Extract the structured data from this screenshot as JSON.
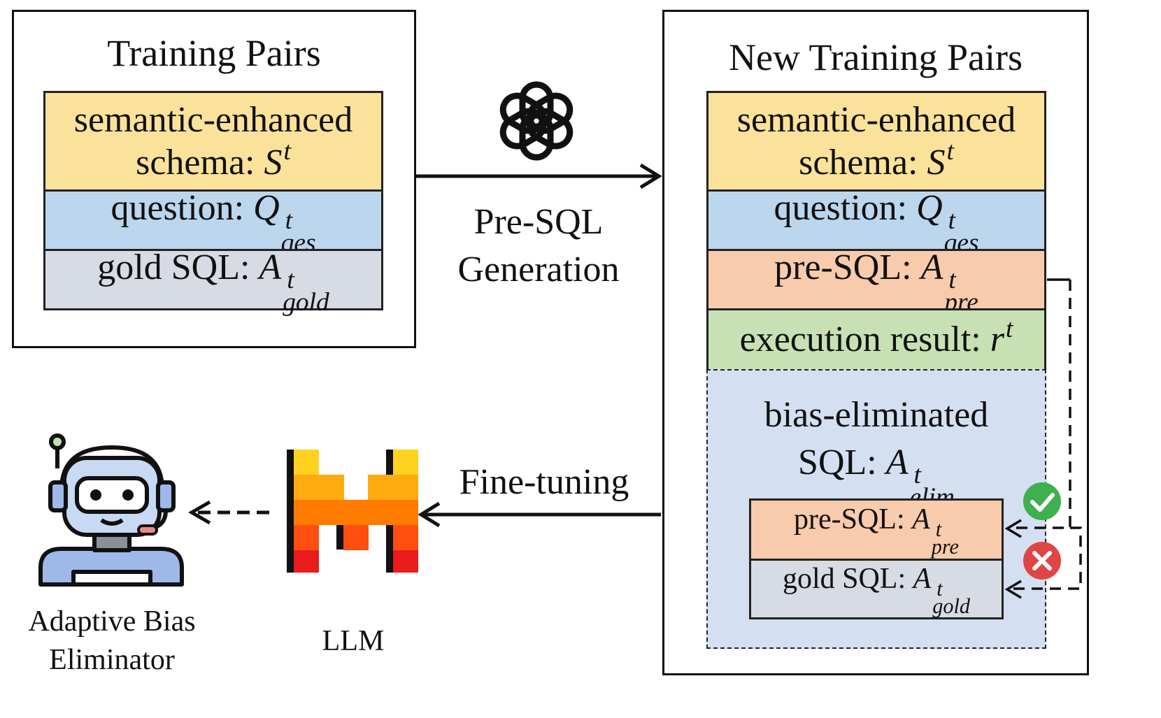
{
  "left_panel": {
    "title": "Training Pairs",
    "schema_line1": "semantic-enhanced",
    "schema_line2": "schema: ",
    "schema_var": "S",
    "schema_sup": "t",
    "question_label": "question: ",
    "question_var": "Q",
    "question_sup": "t",
    "question_sub": "qes",
    "gold_label": "gold SQL: ",
    "gold_var": "A",
    "gold_sup": "t",
    "gold_sub": "gold"
  },
  "right_panel": {
    "title": "New Training Pairs",
    "schema_line1": "semantic-enhanced",
    "schema_line2": "schema: ",
    "schema_var": "S",
    "schema_sup": "t",
    "question_label": "question: ",
    "question_var": "Q",
    "question_sup": "t",
    "question_sub": "qes",
    "presql_label": "pre-SQL: ",
    "presql_var": "A",
    "presql_sup": "t",
    "presql_sub": "pre",
    "exec_label": "execution result: ",
    "exec_var": "r",
    "exec_sup": "t",
    "bias_line1": "bias-eliminated",
    "bias_line2": "SQL: ",
    "bias_var": "A",
    "bias_sup": "t",
    "bias_sub": "elim",
    "inner_presql_label": "pre-SQL: ",
    "inner_presql_var": "A",
    "inner_presql_sup": "t",
    "inner_presql_sub": "pre",
    "inner_gold_label": "gold SQL: ",
    "inner_gold_var": "A",
    "inner_gold_sup": "t",
    "inner_gold_sub": "gold"
  },
  "arrows": {
    "presql_generation_line1": "Pre-SQL",
    "presql_generation_line2": "Generation",
    "finetuning": "Fine-tuning"
  },
  "llm_label": "LLM",
  "eliminator_line1": "Adaptive Bias",
  "eliminator_line2": "Eliminator",
  "colors": {
    "yellow": "#fbe29b",
    "blue": "#bcd6ee",
    "grey": "#d7dbe4",
    "orange": "#f8cbad",
    "green": "#c7e1b4",
    "check": "#3fb04f",
    "cross": "#e04545"
  }
}
